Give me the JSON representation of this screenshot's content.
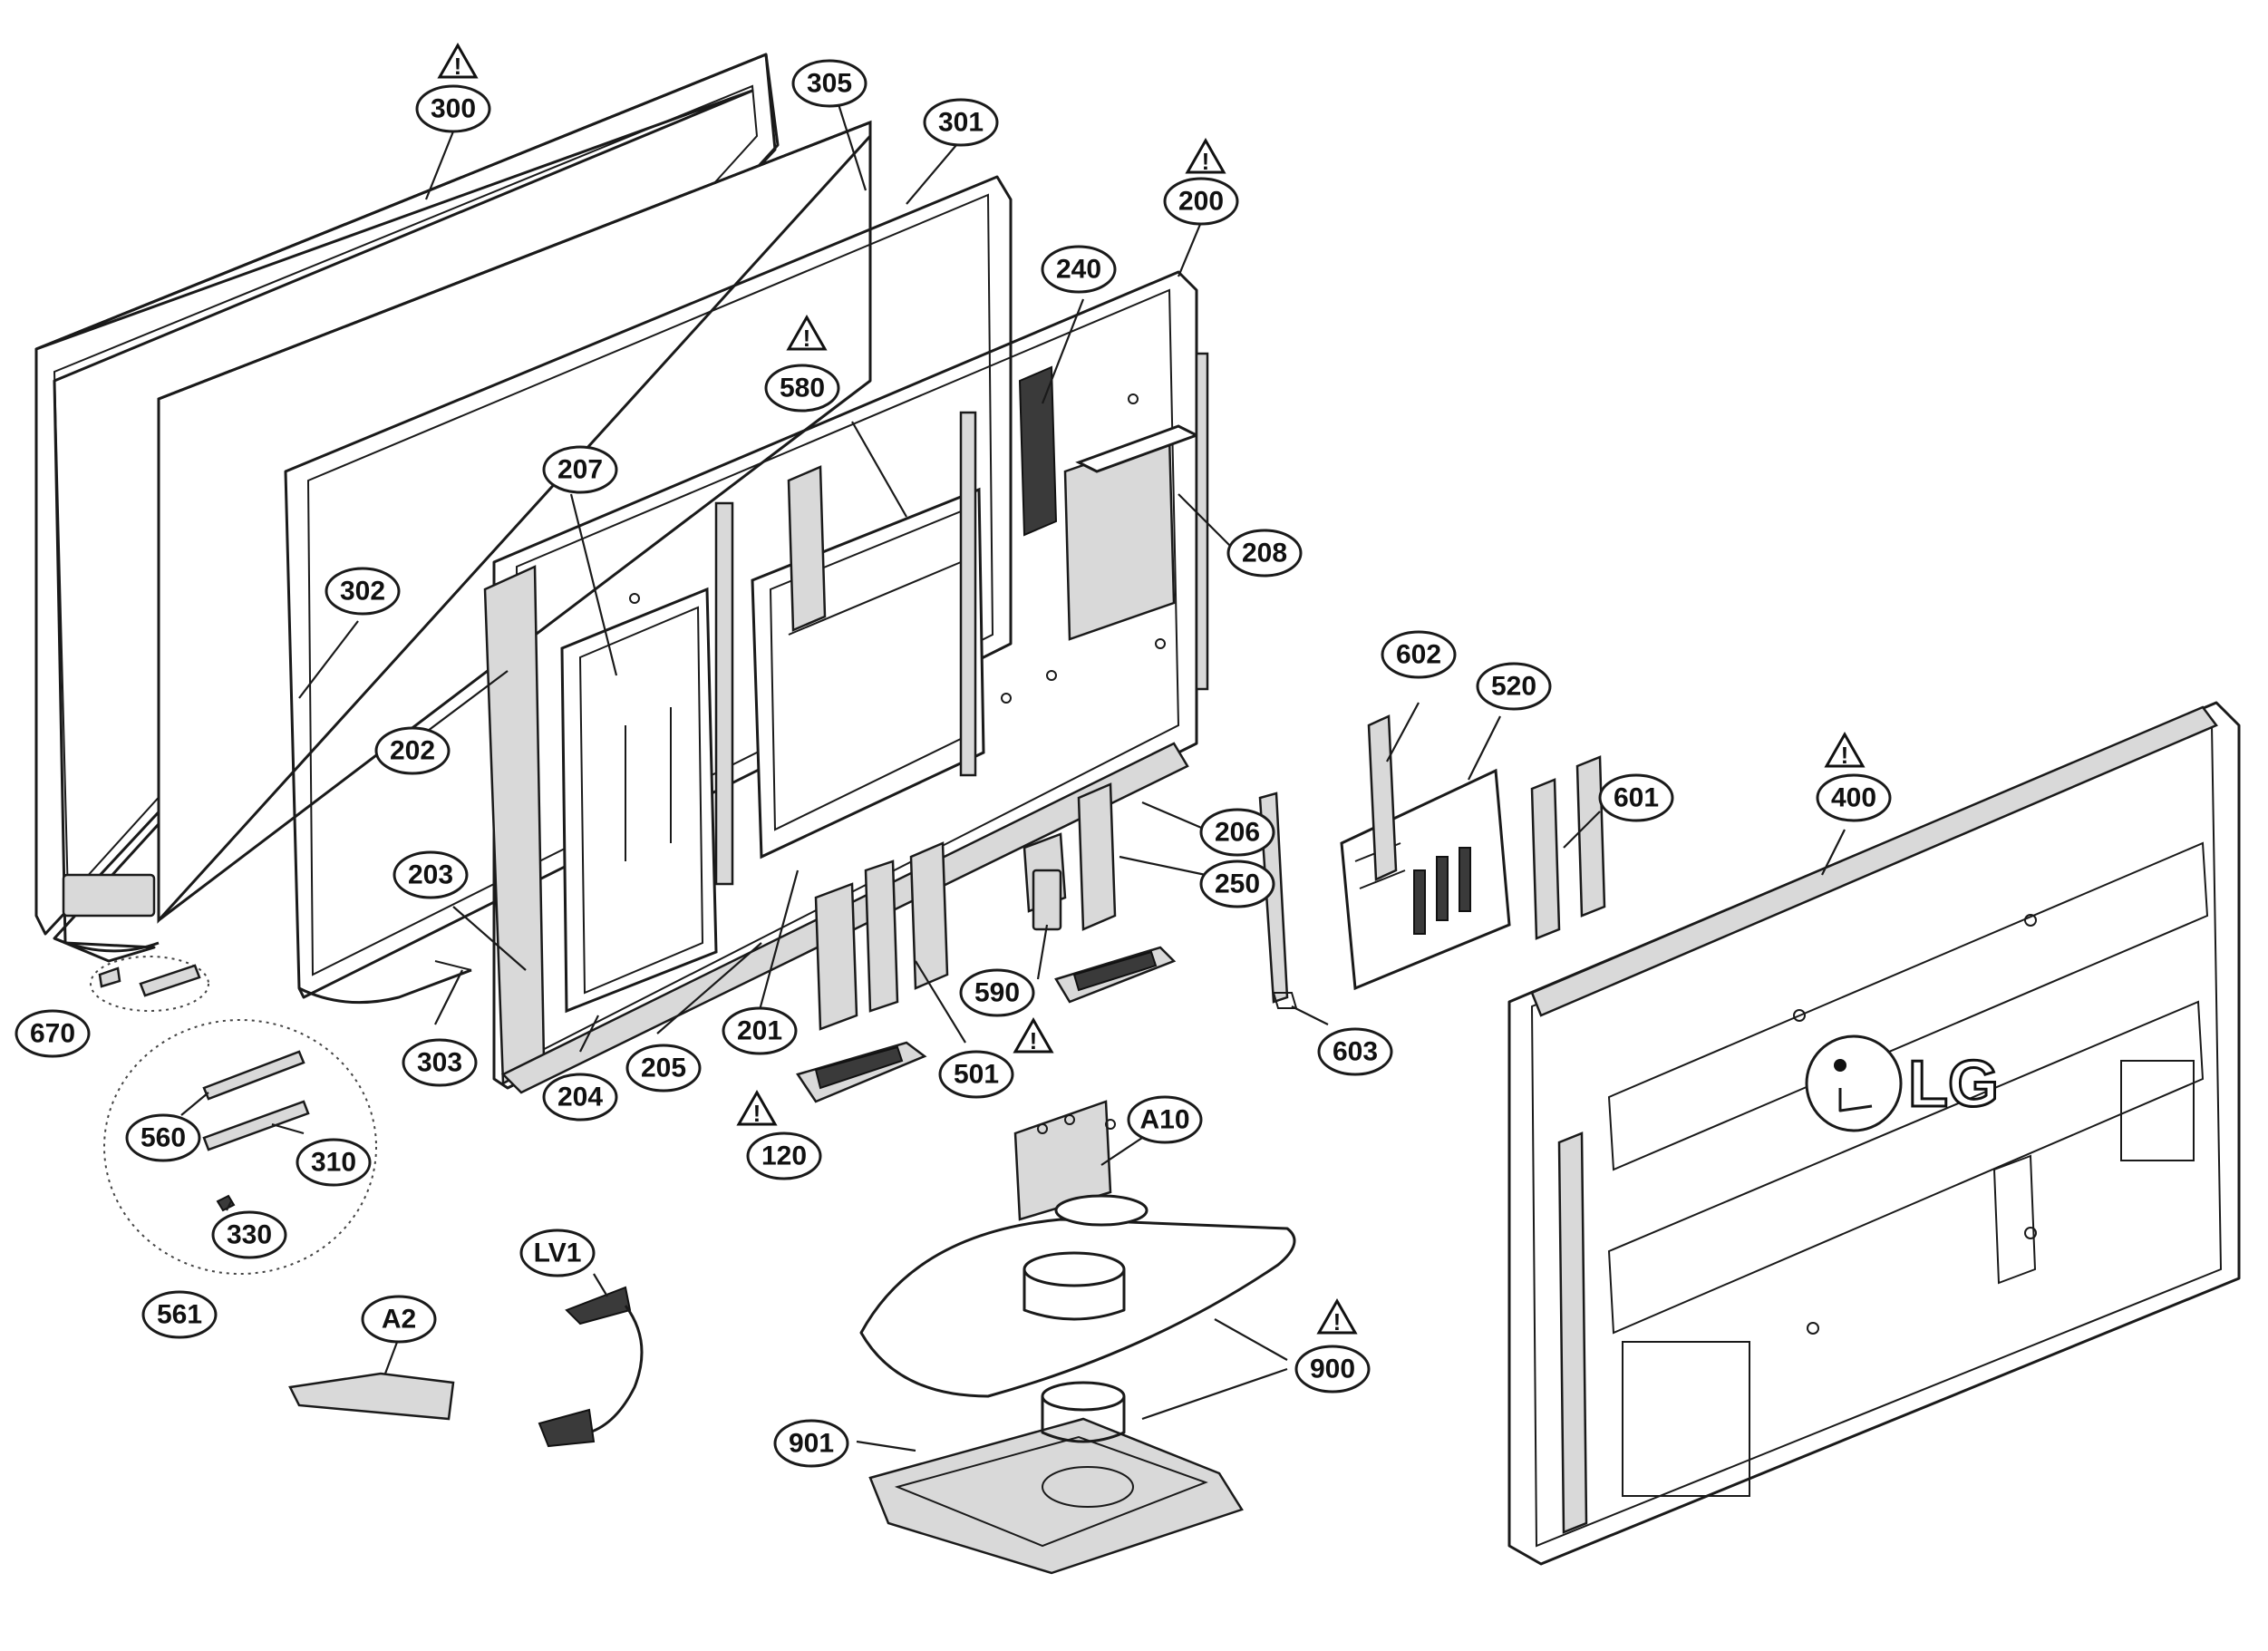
{
  "callouts": {
    "c300": "300",
    "c305": "305",
    "c301": "301",
    "c200": "200",
    "c240": "240",
    "c580": "580",
    "c207": "207",
    "c208": "208",
    "c302": "302",
    "c202": "202",
    "c203": "203",
    "c206": "206",
    "c250": "250",
    "c602": "602",
    "c520": "520",
    "c601": "601",
    "c400": "400",
    "c670": "670",
    "c303": "303",
    "c204": "204",
    "c205": "205",
    "c201": "201",
    "c501": "501",
    "c590": "590",
    "c603": "603",
    "c560": "560",
    "c310": "310",
    "c120": "120",
    "cA10": "A10",
    "c330": "330",
    "c561": "561",
    "cLV1": "LV1",
    "cA2": "A2",
    "c900": "900",
    "c901": "901"
  },
  "warning_symbol": "!",
  "back_cover_logo": "LG"
}
